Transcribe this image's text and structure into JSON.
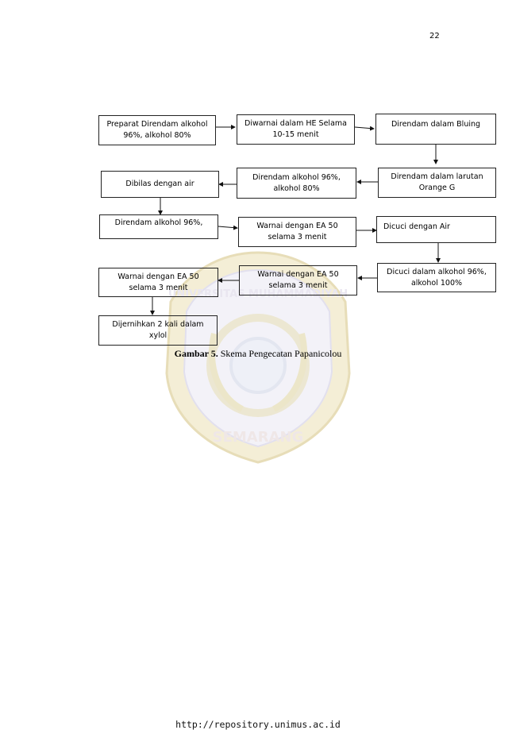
{
  "page": {
    "number": "22"
  },
  "flowchart": {
    "steps": [
      "Preparat Direndam alkohol\n96%, alkohol 80%",
      "Diwarnai dalam HE Selama\n10-15 menit",
      "Direndam dalam Bluing",
      "Direndam dalam larutan\nOrange G",
      "Direndam alkohol 96%,\nalkohol 80%",
      "Dibilas dengan air",
      "Direndam alkohol 96%,",
      "Warnai dengan EA 50\nselama 3 menit",
      "Dicuci dengan Air",
      "Dicuci dalam alkohol 96%,\nalkohol 100%",
      "Warnai dengan EA 50\nselama 3 menit",
      "Warnai dengan EA 50\nselama 3 menit",
      "Dijernihkan 2 kali dalam\nxylol"
    ]
  },
  "caption": {
    "label": "Gambar 5.",
    "text": " Skema Pengecatan Papanicolou"
  },
  "watermark": {
    "top_text": "UNIVERSITAS MUHAMMADIYAH",
    "bottom_text": "SEMARANG"
  },
  "footer": {
    "url": "http://repository.unimus.ac.id"
  }
}
